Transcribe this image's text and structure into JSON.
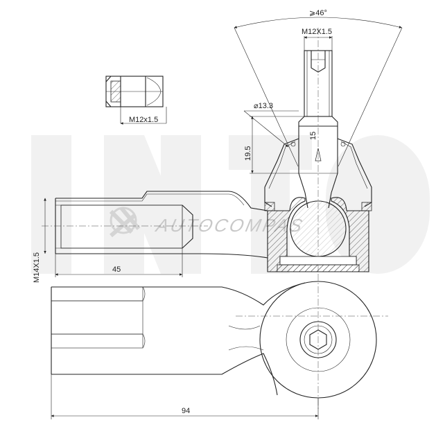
{
  "dimensions": {
    "angle": "⩾46°",
    "stud_thread": "M12X1.5",
    "nut_thread": "M12x1.5",
    "stud_diameter": "⌀13.3",
    "taper_length": "15",
    "stud_height": "19.5",
    "housing_thread": "M14X1.5",
    "thread_length": "45",
    "overall_length": "94"
  },
  "watermark": {
    "text": "AUTOCOMPAS",
    "color": "#c8c8c8"
  },
  "colors": {
    "line": "#222222",
    "background": "#ffffff"
  }
}
